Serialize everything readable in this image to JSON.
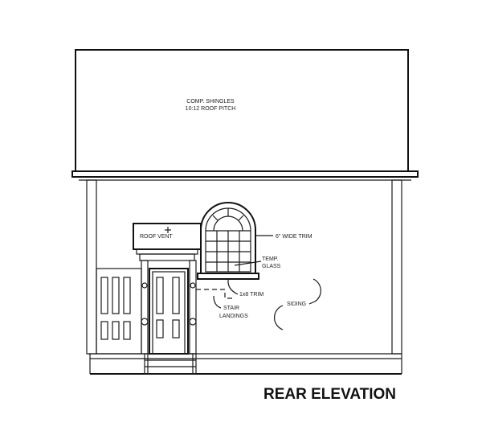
{
  "drawing": {
    "title": "REAR ELEVATION",
    "roof_note_line1": "COMP. SHINGLES",
    "roof_note_line2": "10:12 ROOF PITCH",
    "labels": {
      "roof_vent": "ROOF VENT",
      "wide_trim": "6\" WIDE TRIM",
      "temp_glass_1": "TEMP.",
      "temp_glass_2": "GLASS",
      "trim_1x8": "1x8 TRIM",
      "stair_1": "STAIR",
      "stair_2": "LANDINGS",
      "siding": "SIDING"
    }
  }
}
